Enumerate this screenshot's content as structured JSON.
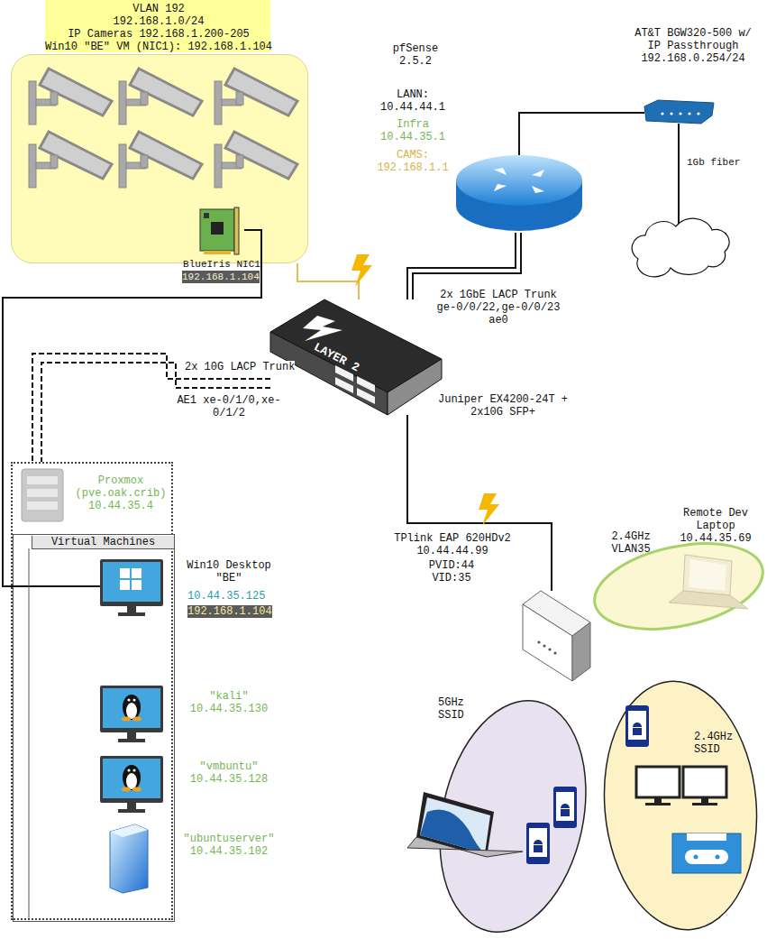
{
  "diagram": {
    "nodes": [
      {
        "text": [
          "VLAN 192 192.168.1.0/24",
          "IP Cameras 192.168.1.200-205",
          "Win10 \"BE\" VM (NIC1): 192.168.1.104"
        ]
      },
      {
        "text": [
          "BlueIris NIC1",
          "192.168.1.104"
        ],
        "in": 0
      },
      {
        "text": [
          "pfSense 2.5.2",
          "LANN: 10.44.44.1",
          "Infra 10.44.35.1",
          "CAMS: 192.168.1.1"
        ]
      },
      {
        "text": [
          "AT&T BGW320-500 w/ IP Passthrough 192.168.0.254/24"
        ]
      },
      {
        "text": [
          "LAYER 2",
          "Juniper EX4200-24T + 2x10G SFP+"
        ]
      },
      {
        "text": [
          "Proxmox (pve.oak.crib) 10.44.35.4"
        ]
      },
      {
        "text": [
          "Virtual Machines"
        ],
        "in": 5
      },
      {
        "text": [
          "Win10 Desktop \"BE\"",
          "10.44.35.125",
          "192.168.1.104"
        ],
        "in": 6
      },
      {
        "text": [
          "\"kali\" 10.44.35.130"
        ],
        "in": 6
      },
      {
        "text": [
          "\"vmbuntu\" 10.44.35.128"
        ],
        "in": 6
      },
      {
        "text": [
          "\"ubuntuserver\" 10.44.35.102"
        ],
        "in": 6
      },
      {
        "text": [
          "TPlink EAP 620HDv2 10.44.44.99",
          "PVID:44 VID:35"
        ]
      },
      {
        "text": [
          "2.4GHz VLAN35",
          "Remote Dev Laptop 10.44.35.69"
        ]
      },
      {
        "text": [
          "5GHz SSID"
        ]
      },
      {
        "text": [
          "2.4GHz SSID"
        ]
      }
    ],
    "edges": [
      {
        "from": 1,
        "to": 7,
        "arrow": "none"
      },
      {
        "from": 2,
        "to": 3,
        "arrow": "none"
      },
      {
        "from": 2,
        "to": 4,
        "label": "2x 1GbE LACP Trunk ge-0/0/22,ge-0/0/23 ae0",
        "arrow": "none"
      },
      {
        "from": 4,
        "to": 5,
        "label": "2x 10G LACP Trunk",
        "arrow": "none"
      },
      {
        "from": 4,
        "to": 11,
        "arrow": "none"
      },
      {
        "from": 4,
        "to": 0,
        "arrow": "none"
      }
    ],
    "labels": [
      "AE1 xe-0/1/0,xe-0/1/2",
      "1Gb fiber"
    ]
  }
}
